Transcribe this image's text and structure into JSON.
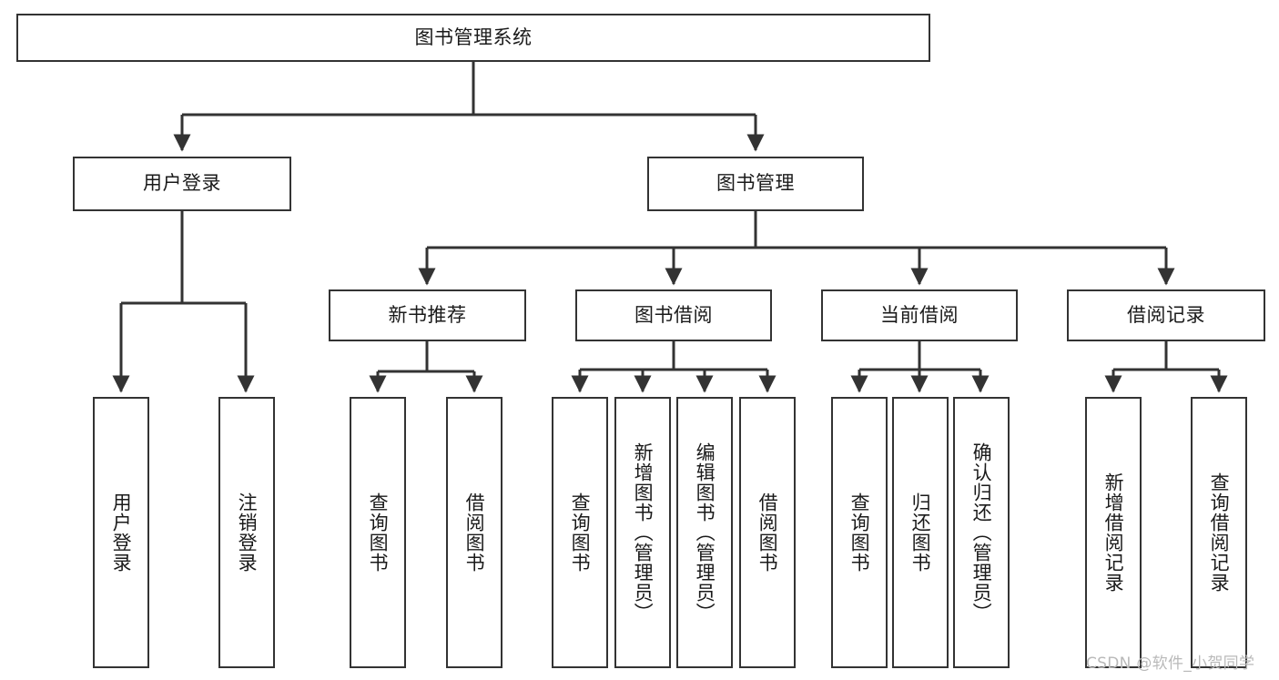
{
  "diagram": {
    "title": "图书管理系统",
    "type": "tree",
    "watermark": "CSDN @软件_小贺同学",
    "colors": {
      "box_border": "#333333",
      "box_fill": "#ffffff",
      "edge": "#333333",
      "text": "#1a1a1a",
      "watermark": "#b9b9b9"
    },
    "nodes": {
      "root": {
        "label": "图书管理系统"
      },
      "level1": [
        {
          "id": "user-login",
          "label": "用户登录"
        },
        {
          "id": "book-manage",
          "label": "图书管理"
        }
      ],
      "level2": [
        {
          "id": "new-book-recommend",
          "label": "新书推荐"
        },
        {
          "id": "book-borrow",
          "label": "图书借阅"
        },
        {
          "id": "current-borrow",
          "label": "当前借阅"
        },
        {
          "id": "borrow-record",
          "label": "借阅记录"
        }
      ],
      "leaves": {
        "user_login": [
          {
            "id": "leaf-user-login",
            "label": "用户登录"
          },
          {
            "id": "leaf-logout-login",
            "label": "注销登录"
          }
        ],
        "new_book_recommend": [
          {
            "id": "leaf-query-book-1",
            "label": "查询图书"
          },
          {
            "id": "leaf-borrow-book-1",
            "label": "借阅图书"
          }
        ],
        "book_borrow": [
          {
            "id": "leaf-query-book-2",
            "label": "查询图书"
          },
          {
            "id": "leaf-add-book",
            "label": "新增图书（管理员）"
          },
          {
            "id": "leaf-edit-book",
            "label": "编辑图书（管理员）"
          },
          {
            "id": "leaf-borrow-book-2",
            "label": "借阅图书"
          }
        ],
        "current_borrow": [
          {
            "id": "leaf-query-book-3",
            "label": "查询图书"
          },
          {
            "id": "leaf-return-book",
            "label": "归还图书"
          },
          {
            "id": "leaf-confirm-return",
            "label": "确认归还（管理员）"
          }
        ],
        "borrow_record": [
          {
            "id": "leaf-add-record",
            "label": "新增借阅记录"
          },
          {
            "id": "leaf-query-record",
            "label": "查询借阅记录"
          }
        ]
      }
    }
  }
}
